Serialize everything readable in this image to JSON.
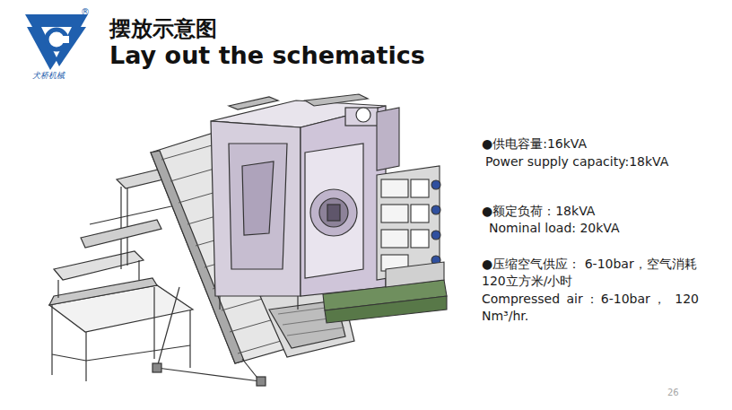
{
  "diagram": {
    "title": "摆放示意图",
    "labels": [
      "®",
      "犬桥机械",
      "Lay out the schematics",
      "●供电容量:16kVA",
      "Power supply capacity:18kVA",
      "●额定负荷：18kVA",
      "Nominal load: 20kVA",
      "●压缩空气供应： 6-10bar，空气消耗120立方米/小时",
      "Compressed air：6-10bar， 120 Nm³/hr.",
      "26"
    ]
  }
}
